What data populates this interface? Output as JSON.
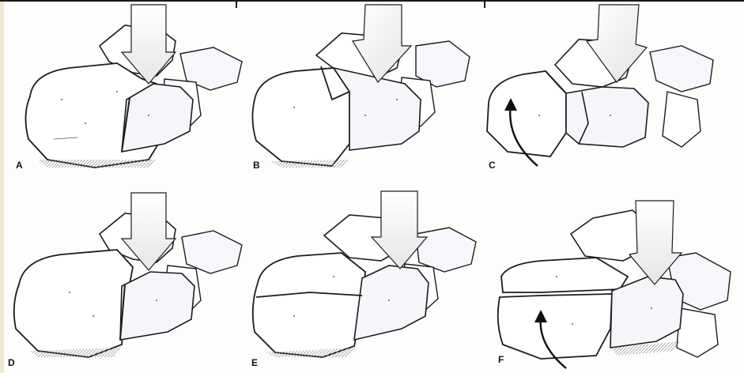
{
  "panels": [
    {
      "id": "A",
      "label": "A"
    },
    {
      "id": "B",
      "label": "B"
    },
    {
      "id": "C",
      "label": "C"
    },
    {
      "id": "D",
      "label": "D"
    },
    {
      "id": "E",
      "label": "E"
    },
    {
      "id": "F",
      "label": "F"
    }
  ],
  "colors": {
    "line": "#1c1c1c",
    "bone_fill": "#ffffff",
    "shade": "#d9dde6",
    "arrow_fill": "#eeeeee"
  }
}
